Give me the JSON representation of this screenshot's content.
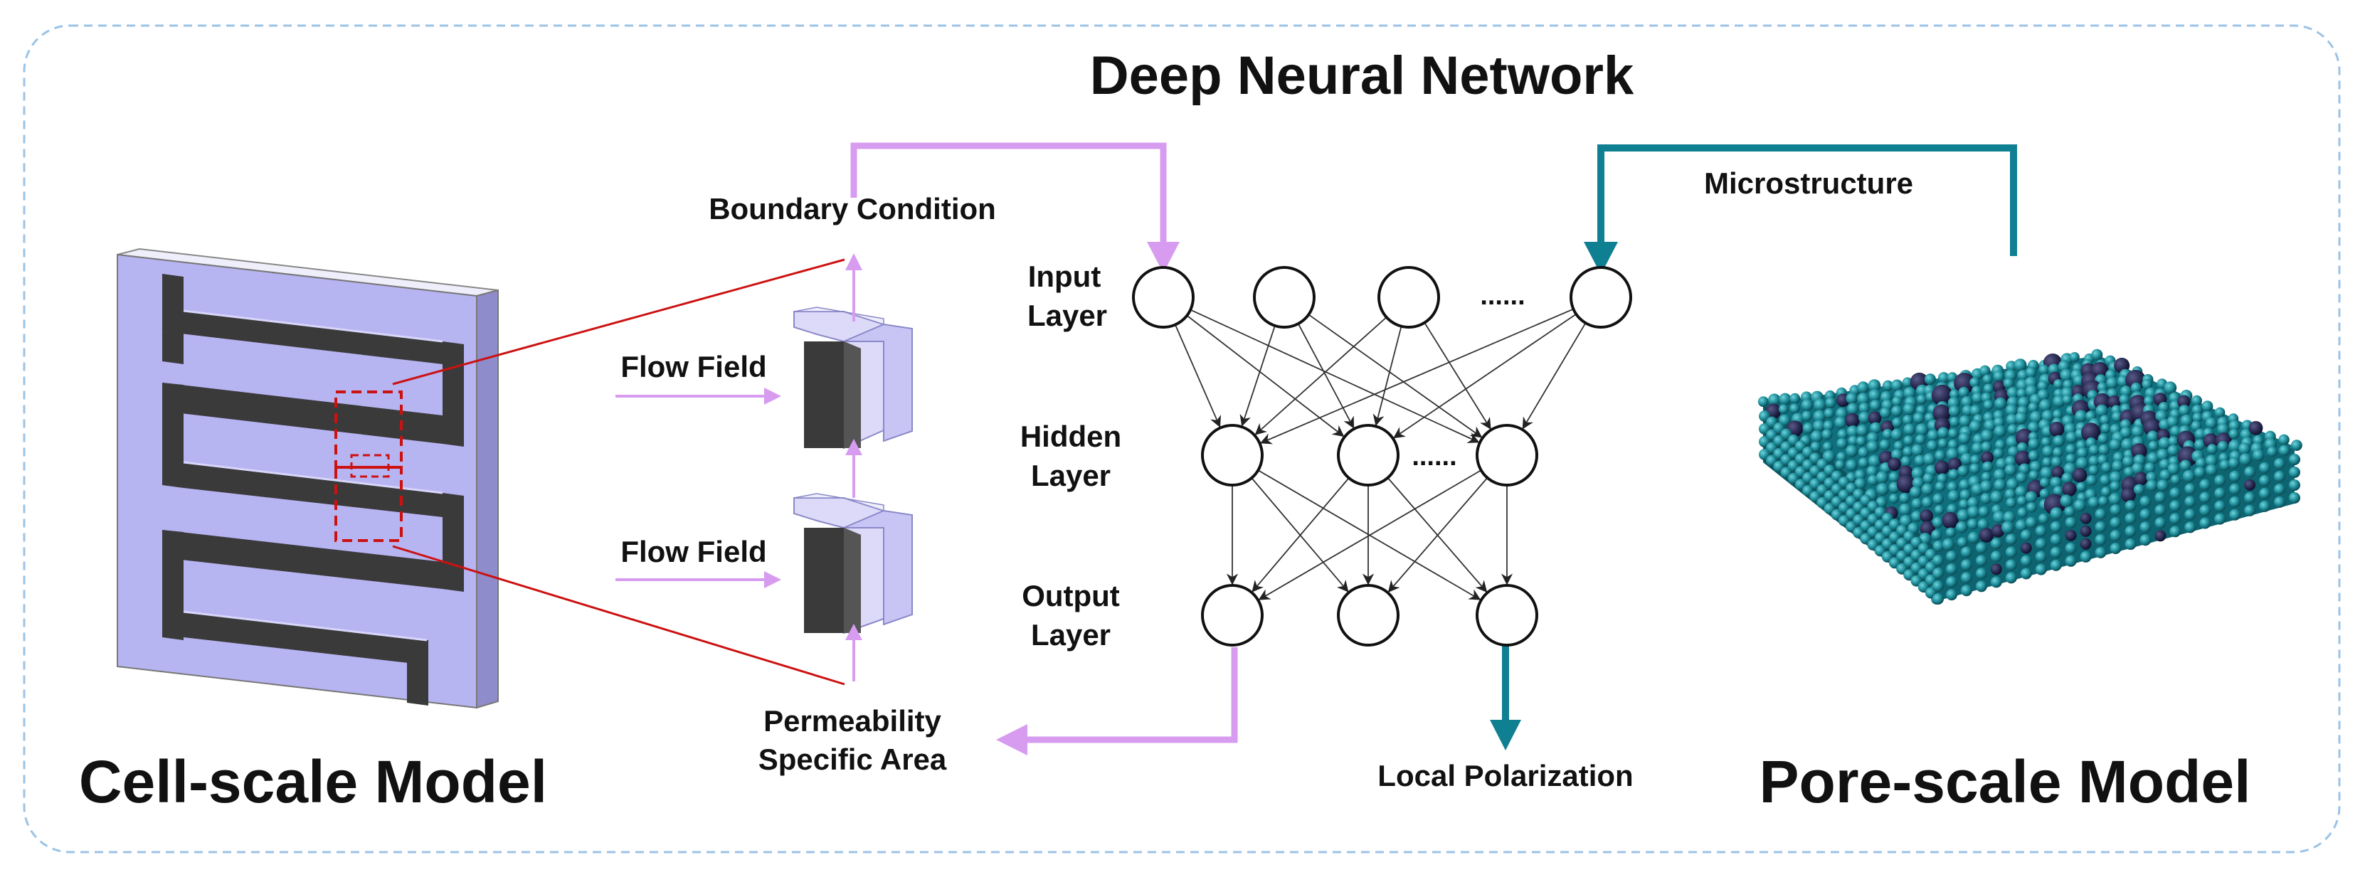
{
  "title": "Deep Neural Network",
  "left_model_label": "Cell-scale Model",
  "right_model_label": "Pore-scale Model",
  "labels": {
    "boundary_condition": "Boundary Condition",
    "flow_field_top": "Flow Field",
    "flow_field_bottom": "Flow Field",
    "permeability": "Permeability",
    "specific_area": "Specific Area",
    "microstructure": "Microstructure",
    "local_polarization": "Local Polarization"
  },
  "layers": {
    "input_line1": "Input",
    "input_line2": "Layer",
    "hidden_line1": "Hidden",
    "hidden_line2": "Layer",
    "output_line1": "Output",
    "output_line2": "Layer",
    "ellipsis_input": "......",
    "ellipsis_hidden": "......"
  },
  "colors": {
    "lavender_plate": "#b7b4f2",
    "dark_channel": "#3a3a3a",
    "highlight_red": "#cc1111",
    "pink_arrow": "#d79cf0",
    "teal_arrow": "#0f7f92",
    "border_dash": "#9cc3e6"
  }
}
